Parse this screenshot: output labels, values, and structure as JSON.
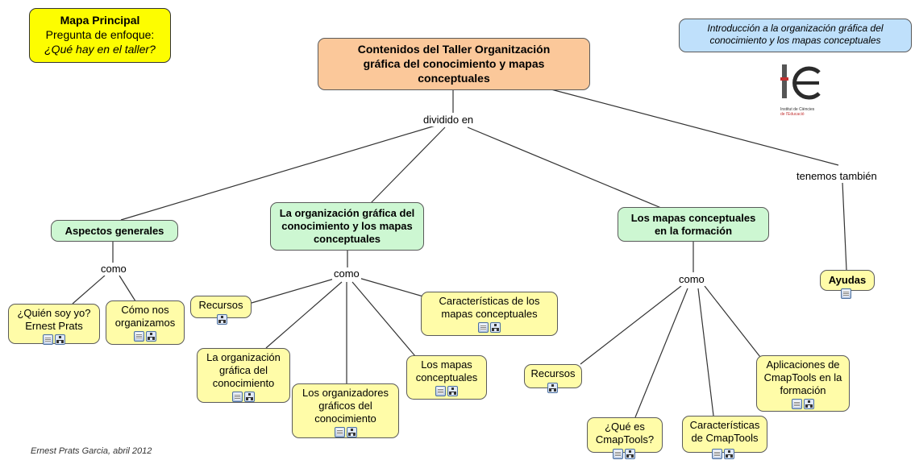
{
  "mapa_principal": {
    "title": "Mapa Principal",
    "line2": "Pregunta de enfoque:",
    "line3": "¿Qué hay en el taller?"
  },
  "intro_box": "Introducción a la organización gráfica del conocimiento y los mapas conceptuales",
  "logo": {
    "icon": "ice-logo",
    "line1": "Institut de Ciències",
    "line2": "de l'Educació"
  },
  "root": "Contenidos del Taller Organitzación gráfica del conocimiento y mapas conceptuales",
  "linking": {
    "dividido_en": "dividido en",
    "tenemos_tambien": "tenemos también",
    "como": "como"
  },
  "branches": {
    "aspectos": "Aspectos generales",
    "organizacion": "La organización gráfica del conocimiento y los mapas conceptuales",
    "mapas_formacion": "Los mapas conceptuales en la formación",
    "ayudas": "Ayudas"
  },
  "leaves": {
    "quien_soy": "¿Quién soy yo? Ernest Prats",
    "como_nos": "Cómo nos organizamos",
    "recursos1": "Recursos",
    "caracteristicas_mapas": "Características de los mapas conceptuales",
    "org_grafica": "La organización gráfica del conocimiento",
    "organizadores": "Los organizadores gráficos del conocimiento",
    "los_mapas": "Los mapas conceptuales",
    "recursos2": "Recursos",
    "que_es": "¿Qué es CmapTools?",
    "caract_cmap": "Características de CmapTools",
    "aplicaciones": "Aplicaciones de CmapTools en la formación"
  },
  "footer": "Ernest Prats Garcia, abril 2012"
}
